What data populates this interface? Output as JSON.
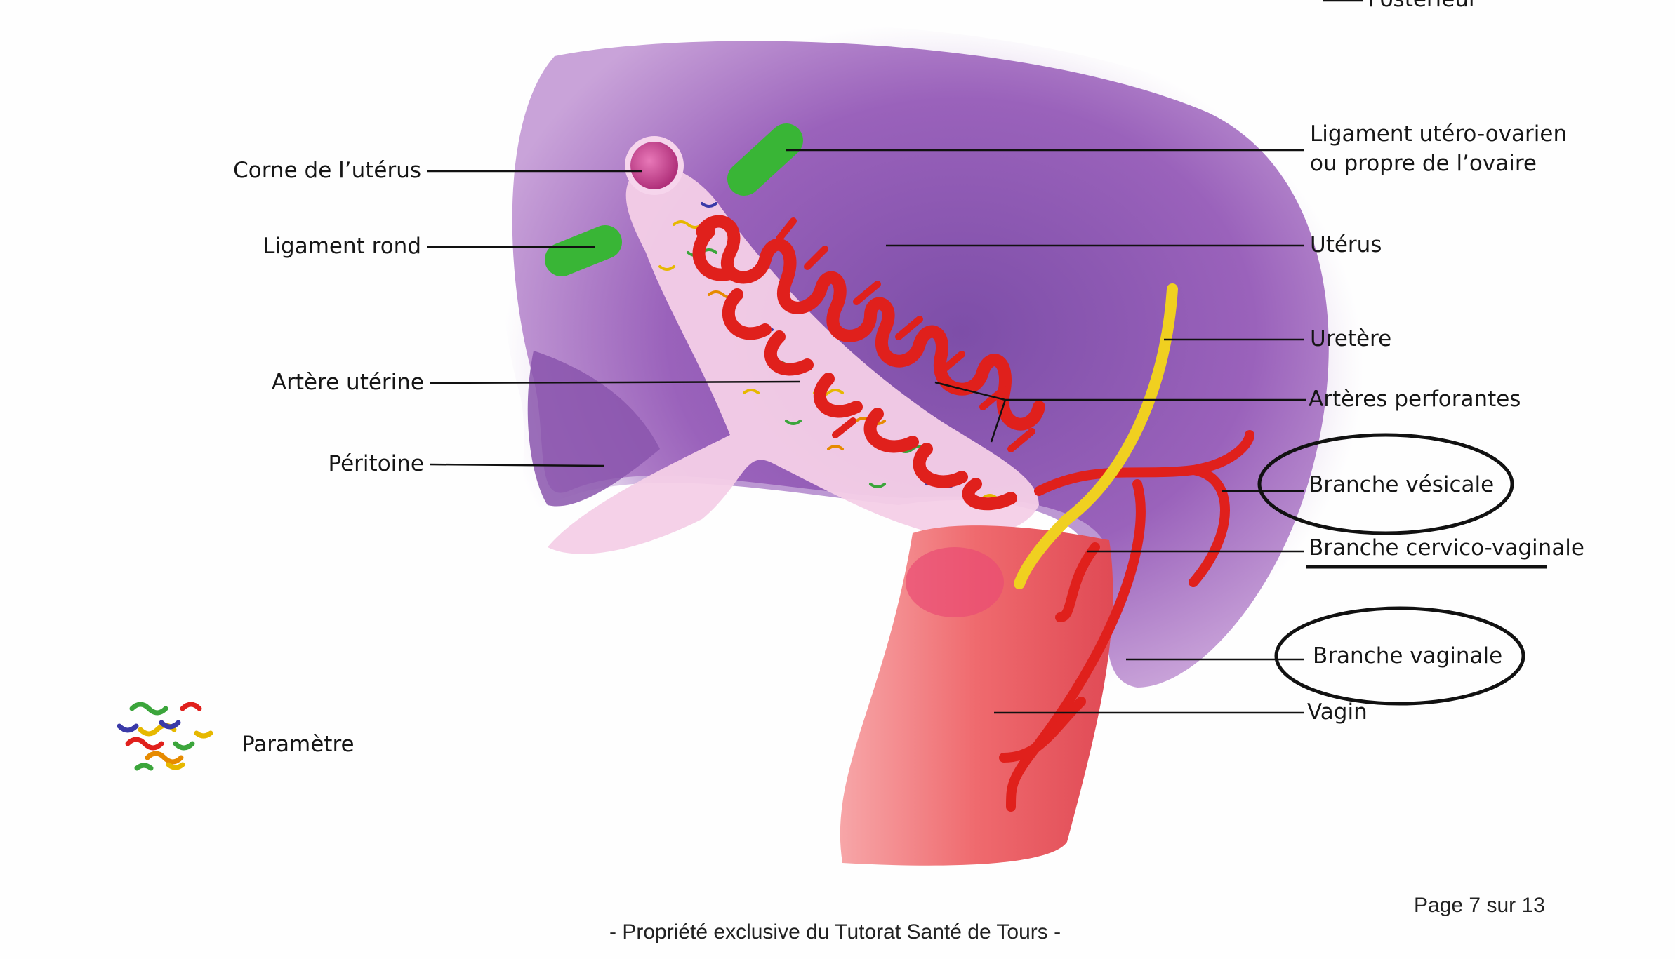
{
  "top_cut_label": "Postérieur",
  "labels": {
    "corne": "Corne de l’utérus",
    "ligament_rond": "Ligament rond",
    "artere_uterine": "Artère utérine",
    "peritoine": "Péritoine",
    "ligament_utero_ovarien_1": "Ligament utéro-ovarien",
    "ligament_utero_ovarien_2": "ou propre de l’ovaire",
    "uterus": "Utérus",
    "uretere": "Uretère",
    "arteres_perforantes": "Artères perforantes",
    "branche_vesicale": "Branche vésicale",
    "branche_cervico_vaginale": "Branche cervico-vaginale",
    "branche_vaginale": "Branche vaginale",
    "vagin": "Vagin"
  },
  "legend": {
    "parametre": "Paramètre"
  },
  "footer": {
    "page_prefix": "Page",
    "page_current": "7",
    "page_sep": "sur",
    "page_total": "13",
    "copyright": "- Propriété exclusive du Tutorat Santé de Tours -"
  },
  "colors": {
    "uterus": "#9a5bb5",
    "artery": "#e0201c",
    "ureter": "#f0d020",
    "ligament": "#3cb83a",
    "vagina": "#e8505a",
    "peritoneum": "#f2c9e6"
  }
}
